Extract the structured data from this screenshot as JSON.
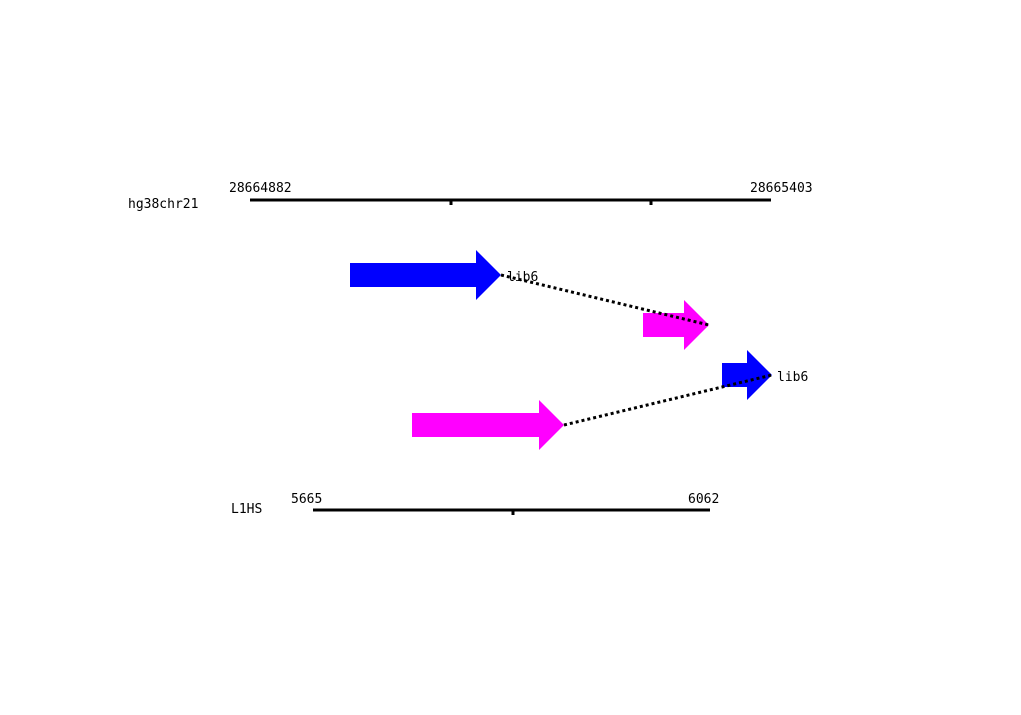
{
  "top_track": {
    "name": "hg38chr21",
    "start_label": "28664882",
    "end_label": "28665403",
    "start": 28664882,
    "end": 28665403
  },
  "bottom_track": {
    "name": "L1HS",
    "start_label": "5665",
    "end_label": "6062",
    "start": 5665,
    "end": 6062
  },
  "links": [
    {
      "label": "lib6"
    },
    {
      "label": "lib6"
    }
  ],
  "colors": {
    "blue_segment": "#0000ff",
    "magenta_segment": "#ff00ff",
    "axis": "#000000",
    "link": "#000000"
  }
}
